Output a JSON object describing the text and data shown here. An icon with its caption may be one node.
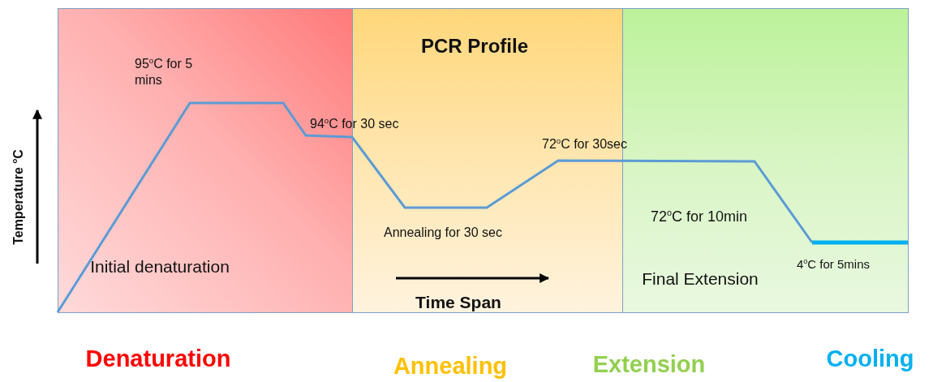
{
  "diagram": {
    "title": "PCR Profile",
    "nodes": [
      {
        "text": [
          "95$^{o}$C for 5 mins",
          "Initial denaturation"
        ]
      },
      {
        "text": [
          "Annealing for 30 sec"
        ]
      },
      {
        "text": [
          "72$^{o}$C for 10min",
          "4$^{o}$C for 5mins",
          "Final Extension"
        ]
      }
    ],
    "labels": [
      "94$^{o}$C for 30 sec",
      "72$^{o}$C for 30sec",
      "Temperature $^{o}$C",
      "Time Span",
      "Denaturation",
      "Annealing",
      "Extension",
      "Cooling"
    ]
  }
}
